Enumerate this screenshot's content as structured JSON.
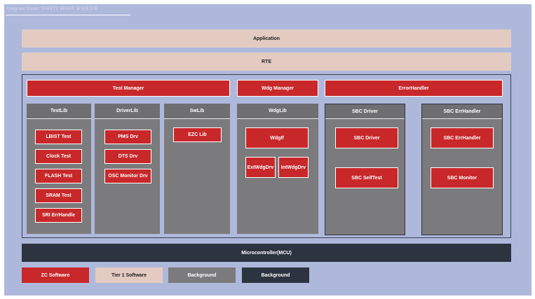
{
  "watermark": "Integrate Studio: SAFETY BRAKE 安全库文档",
  "layers": {
    "application": "Application",
    "rte": "RTE",
    "mcu": "Microcontroller(MCU)"
  },
  "managers": {
    "test_manager": "Test Manager",
    "wdg_manager": "Wdg Manager",
    "error_handler": "ErrorHandler"
  },
  "columns": {
    "testlib": {
      "title": "TestLib",
      "items": [
        "LBIST Test",
        "Clock Test",
        "FLASH Test",
        "SRAM Test",
        "SRI ErrHandle"
      ]
    },
    "driverlib": {
      "title": "DriverLib",
      "items": [
        "PMS Drv",
        "DTS Drv",
        "OSC Monitor Drv"
      ]
    },
    "swlib": {
      "title": "SwLib",
      "items": [
        "EZC Lib"
      ]
    },
    "wdglib": {
      "title": "WdgLib",
      "items": [
        "WdgIf",
        "ExtWdgDrv",
        "IntWdgDrv"
      ]
    },
    "sbc_driver": {
      "title": "SBC Driver",
      "items": [
        "SBC Driver",
        "SBC SelfTest"
      ]
    },
    "sbc_errhandler": {
      "title": "SBC ErrHandler",
      "items": [
        "SBC ErrHandler",
        "SBC Monitor"
      ]
    }
  },
  "legend": [
    {
      "label": "ZC Software",
      "color": "#c8282a"
    },
    {
      "label": "Tier 1 Software",
      "color": "#e4cbc2"
    },
    {
      "label": "Background",
      "color": "#7b7a7c"
    },
    {
      "label": "Background",
      "color": "#2c3440"
    }
  ],
  "colors": {
    "canvas": "#aeb8db",
    "zc_red": "#c8282a",
    "tier1_pink": "#e4cbc2",
    "column_gray": "#7b7a7c",
    "mcu_dark": "#2c3440"
  }
}
